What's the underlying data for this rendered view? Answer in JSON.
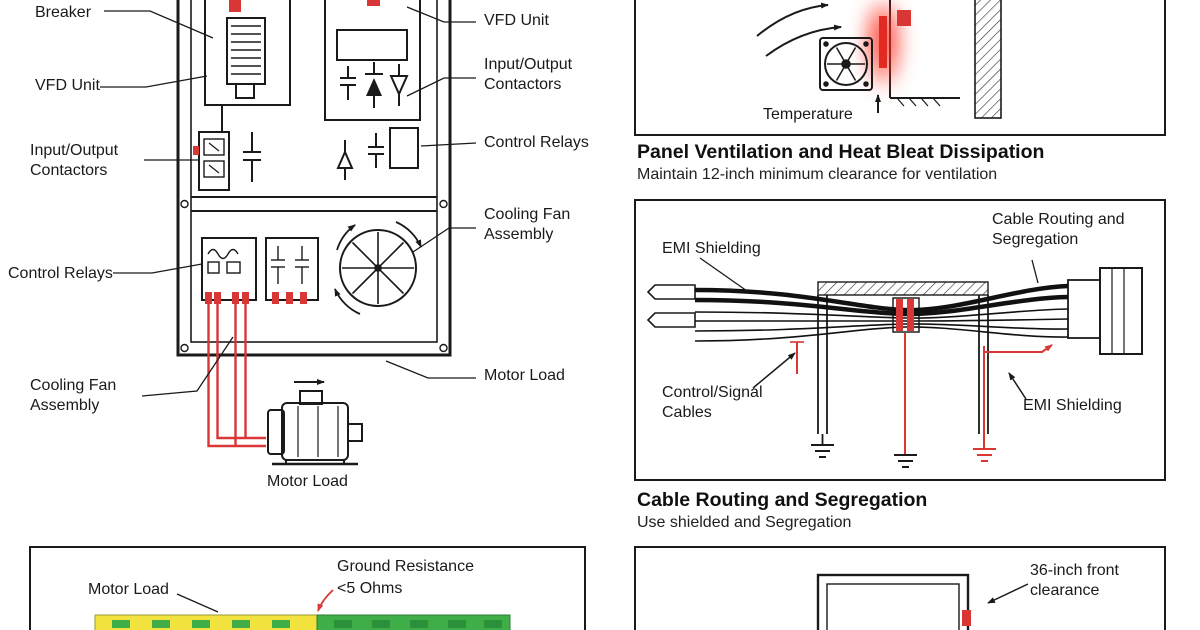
{
  "panel_diagram": {
    "left_labels": [
      "Breaker",
      "VFD Unit",
      "Input/Output Contactors",
      "Control Relays",
      "Cooling Fan Assembly"
    ],
    "right_labels": [
      "VFD Unit",
      "Input/Output Contactors",
      "Control Relays",
      "Cooling Fan Assembly",
      "Motor Load"
    ],
    "motor_caption": "Motor Load"
  },
  "grounding": {
    "motor_label": "Motor Load",
    "resistance_line1": "Ground Resistance",
    "resistance_line2": "<5 Ohms"
  },
  "ventilation": {
    "temperature_label": "Temperature",
    "title": "Panel Ventilation and Heat Bleat Dissipation",
    "subtitle": "Maintain 12-inch minimum clearance for ventilation"
  },
  "cabling": {
    "emi_left": "EMI Shielding",
    "segregation_label": "Cable Routing and Segregation",
    "control_label": "Control/Signal Cables",
    "emi_right": "EMI Shielding",
    "title": "Cable Routing and Segregation",
    "subtitle": "Use shielded and Segregation"
  },
  "clearance": {
    "front_label": "36-inch front clearance"
  },
  "colors": {
    "line": "#1a1a1a",
    "accent_red": "#d93636",
    "bar_yellow": "#f2e23d",
    "bar_green": "#3fae49"
  }
}
